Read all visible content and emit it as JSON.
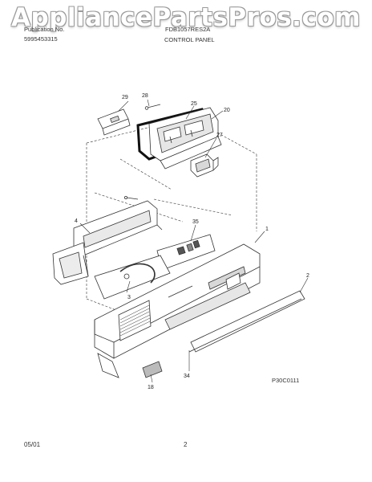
{
  "watermark": "AppliancePartsPros.com",
  "header": {
    "publication_label": "Publication No.",
    "publication_number": "5995453315",
    "model": "FDB1057RES2A",
    "section_title": "CONTROL PANEL"
  },
  "footer": {
    "date": "05/01",
    "page_number": "2"
  },
  "figure_id": "P30C0111",
  "callouts": {
    "c29": "29",
    "c28": "28",
    "c25": "25",
    "c20": "20",
    "c27": "27",
    "c4": "4",
    "c35": "35",
    "c1": "1",
    "c3": "3",
    "c2": "2",
    "c34": "34",
    "c18": "18"
  },
  "colors": {
    "line": "#333333",
    "part_fill": "#ffffff",
    "shade": "#d8d8d8",
    "gasket": "#111111"
  }
}
